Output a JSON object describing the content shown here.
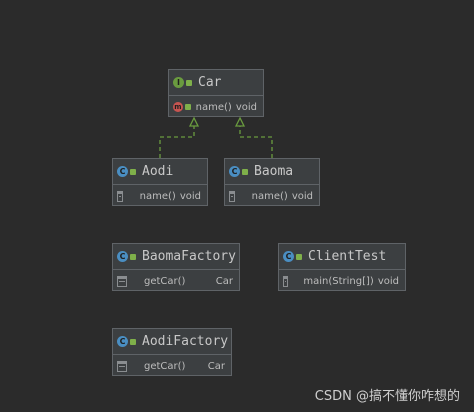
{
  "classes": {
    "car": {
      "kind_letter": "I",
      "name": "Car",
      "member_letter": "m",
      "method": "name()",
      "return": "void"
    },
    "aodi": {
      "kind_letter": "C",
      "name": "Aodi",
      "method": "name()",
      "return": "void"
    },
    "baoma": {
      "kind_letter": "C",
      "name": "Baoma",
      "method": "name()",
      "return": "void"
    },
    "baoma_factory": {
      "kind_letter": "C",
      "name": "BaomaFactory",
      "method": "getCar()",
      "return": "Car"
    },
    "client_test": {
      "kind_letter": "C",
      "name": "ClientTest",
      "method": "main(String[])",
      "return": "void"
    },
    "aodi_factory": {
      "kind_letter": "C",
      "name": "AodiFactory",
      "method": "getCar()",
      "return": "Car"
    }
  },
  "colors": {
    "background": "#2b2b2b",
    "box": "#3c3f41",
    "implements_arrow": "#6a9b3f"
  },
  "watermark": "CSDN @搞不懂你咋想的"
}
